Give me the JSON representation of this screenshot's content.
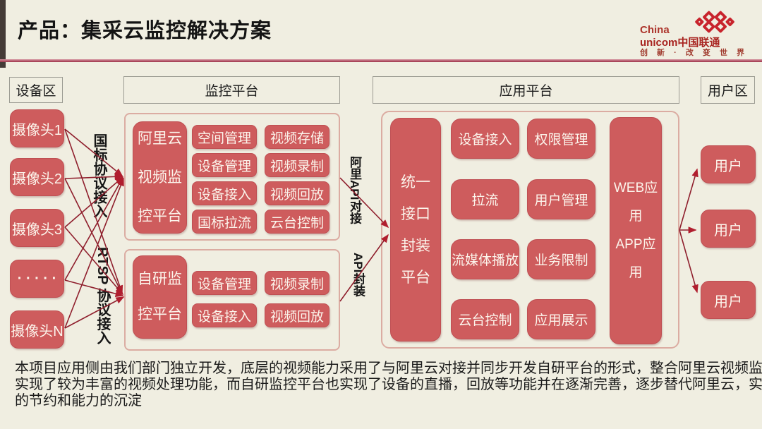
{
  "slide": {
    "title": "产品：集采云监控解决方案",
    "footer_lines": [
      "本项目应用侧由我们部门独立开发，底层的视频能力采用了与阿里云对接并同步开发自研平台的形式，整合阿里云视频监控平台",
      "实现了较为丰富的视频处理功能，而自研监控平台也实现了设备的直播，回放等功能并在逐渐完善，逐步替代阿里云，实现成本",
      "的节约和能力的沉淀"
    ]
  },
  "logo": {
    "line1": "China",
    "line2": "unicom中国联通",
    "tagline": "创 新 · 改 变 世 界"
  },
  "zones": {
    "device": {
      "label": "设备区",
      "cameras": [
        "摄像头1",
        "摄像头2",
        "摄像头3",
        "· · · · ·",
        "摄像头N"
      ]
    },
    "monitoring": {
      "label": "监控平台",
      "groups": [
        {
          "platform": "阿里云视频监控平台",
          "platform_lines": [
            "阿里云",
            "视频监",
            "控平台"
          ],
          "features_col1": [
            "空间管理",
            "设备管理",
            "设备接入",
            "国标拉流"
          ],
          "features_col2": [
            "视频存储",
            "视频录制",
            "视频回放",
            "云台控制"
          ]
        },
        {
          "platform": "自研监控平台",
          "platform_lines": [
            "自研监",
            "控平台"
          ],
          "features_col1": [
            "设备管理",
            "设备接入"
          ],
          "features_col2": [
            "视频录制",
            "视频回放"
          ]
        }
      ]
    },
    "application": {
      "label": "应用平台",
      "unified_platform": "统一接口封装平台",
      "unified_lines": [
        "统一",
        "接口",
        "封装",
        "平台"
      ],
      "features_col1": [
        "设备接入",
        "拉流",
        "流媒体播放",
        "云台控制"
      ],
      "features_col2": [
        "权限管理",
        "用户管理",
        "业务限制",
        "应用展示"
      ],
      "apps_lines": [
        "WEB应用",
        "APP应用"
      ]
    },
    "user": {
      "label": "用户区",
      "users": [
        "用户",
        "用户",
        "用户"
      ]
    }
  },
  "connector_labels": {
    "gb": "国标协议接入",
    "rtsp": "RTSP 协议接入",
    "ali_api": "阿里API对接",
    "api_wrap": "API封装"
  },
  "colors": {
    "background": "#f0eee1",
    "box_red": "#ce5c5d",
    "arrow_red": "#8f1f2d",
    "logo_red": "#c8232c",
    "divider_red": "#b14a5c"
  }
}
